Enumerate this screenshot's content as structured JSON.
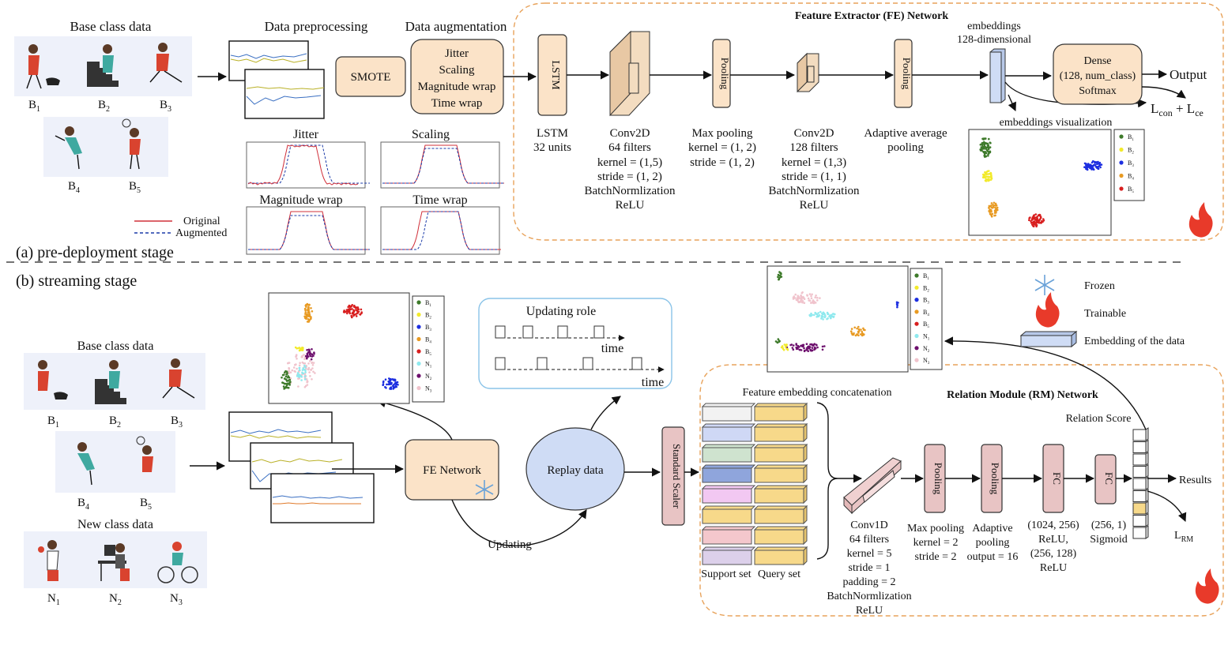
{
  "pre": {
    "stage_label": "(a) pre-deployment stage",
    "base_class_title": "Base class data",
    "base_labels": [
      "B",
      "B",
      "B",
      "B",
      "B"
    ],
    "base_subs": [
      "1",
      "2",
      "3",
      "4",
      "5"
    ],
    "preproc_title": "Data preprocessing",
    "aug_title": "Data augmentation",
    "smote": "SMOTE",
    "aug_lines": [
      "Jitter",
      "Scaling",
      "Magnitude wrap",
      "Time wrap"
    ],
    "plots": [
      "Jitter",
      "Scaling",
      "Magnitude wrap",
      "Time wrap"
    ],
    "legend_original": "Original",
    "legend_augmented": "Augmented",
    "fe_title": "Feature Extractor (FE) Network",
    "lstm_box": "LSTM",
    "lstm_desc": [
      "LSTM",
      "32 units"
    ],
    "conv2d_1": [
      "Conv2D",
      "64 filters",
      "kernel = (1,5)",
      "stride = (1, 2)",
      "BatchNormlization",
      "ReLU"
    ],
    "pool_box": "Pooling",
    "maxpool_desc": [
      "Max pooling",
      "kernel = (1, 2)",
      "stride = (1, 2)"
    ],
    "conv2d_2": [
      "Conv2D",
      "128 filters",
      "kernel = (1,3)",
      "stride = (1, 1)",
      "BatchNormlization",
      "ReLU"
    ],
    "adaptive_desc": [
      "Adaptive average",
      "pooling"
    ],
    "embed_title": [
      "embeddings",
      "128-dimensional"
    ],
    "dense": [
      "Dense",
      "(128, num_class)",
      "Softmax"
    ],
    "output": "Output",
    "loss_main": "L",
    "loss_sub1": "con",
    "loss_plus": " + L",
    "loss_sub2": "ce",
    "embed_vis": "embeddings visualization"
  },
  "stream": {
    "stage_label": "(b) streaming stage",
    "base_class_title": "Base class data",
    "new_class_title": "New class data",
    "new_labels": [
      "N",
      "N",
      "N"
    ],
    "new_subs": [
      "1",
      "2",
      "3"
    ],
    "fe_network": "FE Network",
    "replay": "Replay data",
    "updating": "Updating",
    "updating_role": "Updating role",
    "time": "time",
    "scaler": "Standard Scaler",
    "concat_title": "Feature embedding concatenation",
    "support": "Support set",
    "query": "Query set",
    "rm_title": "Relation Module (RM) Network",
    "relation_score": "Relation Score",
    "conv1d": [
      "Conv1D",
      "64 filters",
      "kernel = 5",
      "stride = 1",
      "padding = 2",
      "BatchNormlization",
      "ReLU"
    ],
    "pool_box": "Pooling",
    "fc_box": "FC",
    "maxpool": [
      "Max pooling",
      "kernel = 2",
      "stride = 2"
    ],
    "adaptive": [
      "Adaptive",
      "pooling",
      "output = 16"
    ],
    "fc1": [
      "(1024, 256)",
      "ReLU,",
      "(256, 128)",
      "ReLU"
    ],
    "fc2": [
      "(256, 1)",
      "Sigmoid"
    ],
    "results": "Results",
    "loss_rm_main": "L",
    "loss_rm_sub": "RM"
  },
  "legend": {
    "frozen": "Frozen",
    "trainable": "Trainable",
    "embedding": "Embedding of the data"
  },
  "scatter_legend_fe": [
    "B",
    "B",
    "B",
    "B",
    "B"
  ],
  "scatter_legend_full": [
    "B",
    "B",
    "B",
    "B",
    "B",
    "N",
    "N",
    "N"
  ],
  "scatter_legend_full_subs": [
    "1",
    "2",
    "3",
    "4",
    "5",
    "1",
    "2",
    "3"
  ],
  "colors": {
    "B1": "#3d7a2a",
    "B2": "#f2ea2b",
    "B3": "#1c2ee0",
    "B4": "#e89a22",
    "B5": "#d81e1e",
    "N1": "#8fe9ee",
    "N2": "#6d0f6d",
    "N3": "#f0c3cc",
    "tan": "#fbe3c8",
    "rose": "#e8c4c4",
    "dash": "#e8a25a",
    "replay": "#cfdcf5"
  }
}
